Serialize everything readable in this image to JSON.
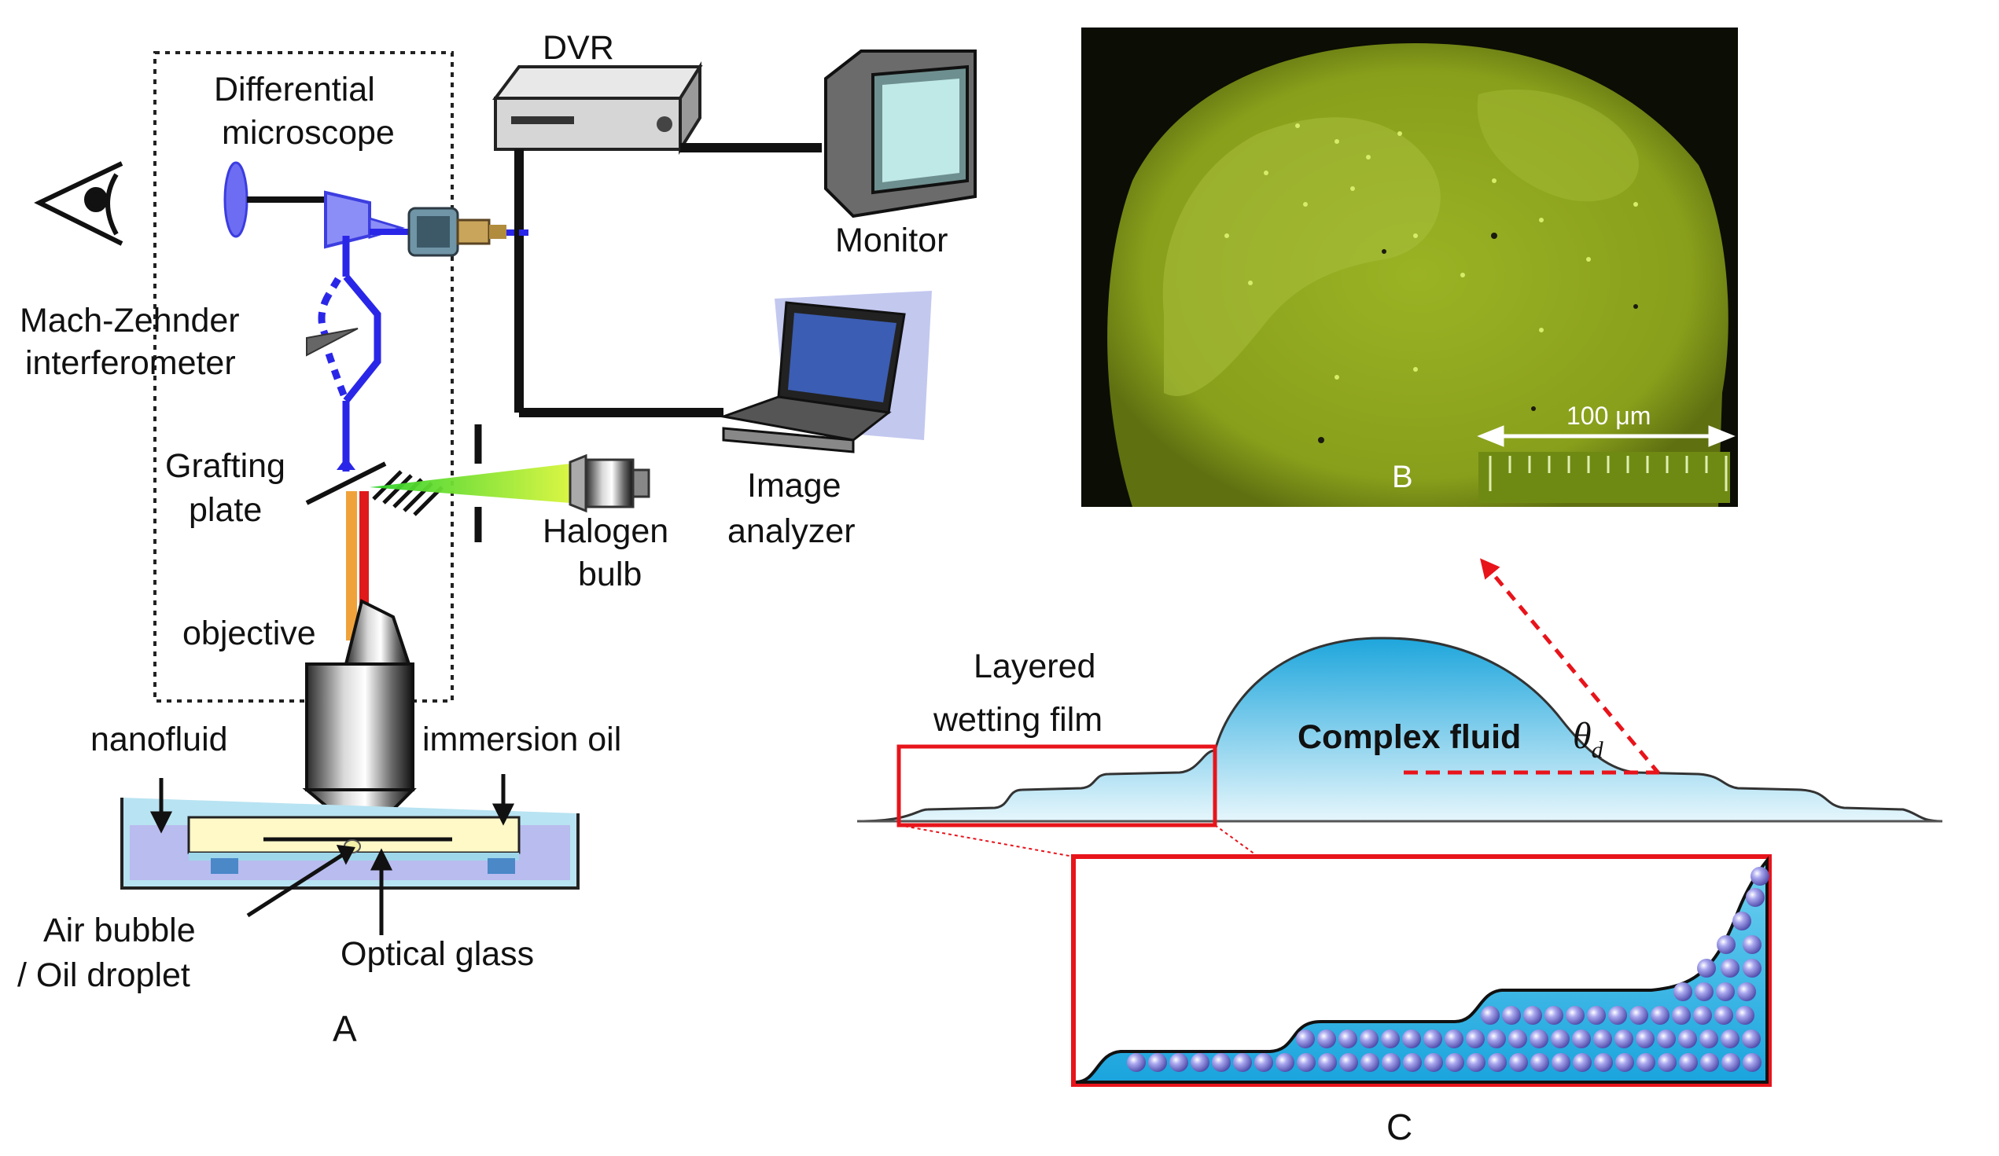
{
  "panel_a": {
    "letter": "A",
    "labels": {
      "dvr": "DVR",
      "differential_1": "Differential",
      "differential_2": "microscope",
      "monitor": "Monitor",
      "mach_1": "Mach-Zehnder",
      "mach_2": "interferometer",
      "grafting_1": "Grafting",
      "grafting_2": "plate",
      "image_1": "Image",
      "image_2": "analyzer",
      "halogen_1": "Halogen",
      "halogen_2": "bulb",
      "objective": "objective",
      "nanofluid": "nanofluid",
      "immersion": "immersion oil",
      "air_1": "Air bubble",
      "air_2": "/ Oil droplet",
      "optical": "Optical glass"
    }
  },
  "panel_b": {
    "letter": "B",
    "scale_label": "100 μm",
    "colors": {
      "background": "#0c0d04",
      "fluid": "#8ea51c",
      "domain": "#a7bd3a"
    }
  },
  "panel_c": {
    "letter": "C",
    "layered_1": "Layered",
    "layered_2": "wetting film",
    "complex": "Complex fluid",
    "theta_symbol": "θ",
    "theta_sub": "d",
    "colors": {
      "fluid": "#2aafdf",
      "frame": "#e8141b",
      "particle": "#7a78cf"
    }
  }
}
